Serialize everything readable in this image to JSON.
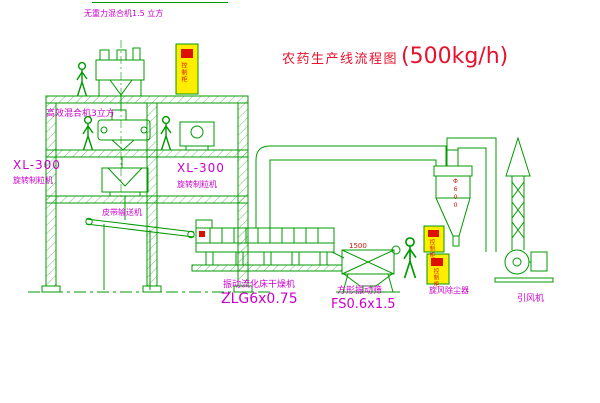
{
  "title": {
    "main": "农药生产线流程图",
    "capacity": "(500kg/h)"
  },
  "labels": {
    "gravity_mixer": "无重力混合机1.5 立方",
    "high_eff_mixer": "高效混合机3立方",
    "granulator_left_model": "XL-300",
    "granulator_left_name": "旋转制粒机",
    "granulator_mid_model": "XL-300",
    "granulator_mid_name": "旋转制粒机",
    "belt_conveyor": "皮带输送机",
    "dryer_name": "振动流化床干燥机",
    "dryer_model": "ZLG6x0.75",
    "screen_name": "方形振动筛",
    "screen_model": "FS0.6x1.5",
    "cyclone": "旋风除尘器",
    "fan": "引风机"
  },
  "annotations": {
    "control_panel": "控制柜",
    "dim_width": "1500",
    "dim_cyclone": "Φ600"
  },
  "colors": {
    "line_green": "#009900",
    "label_magenta": "#cc00cc",
    "title_red": "#e8112e",
    "panel_yellow": "#ffee00",
    "mark_red": "#dd1100"
  }
}
